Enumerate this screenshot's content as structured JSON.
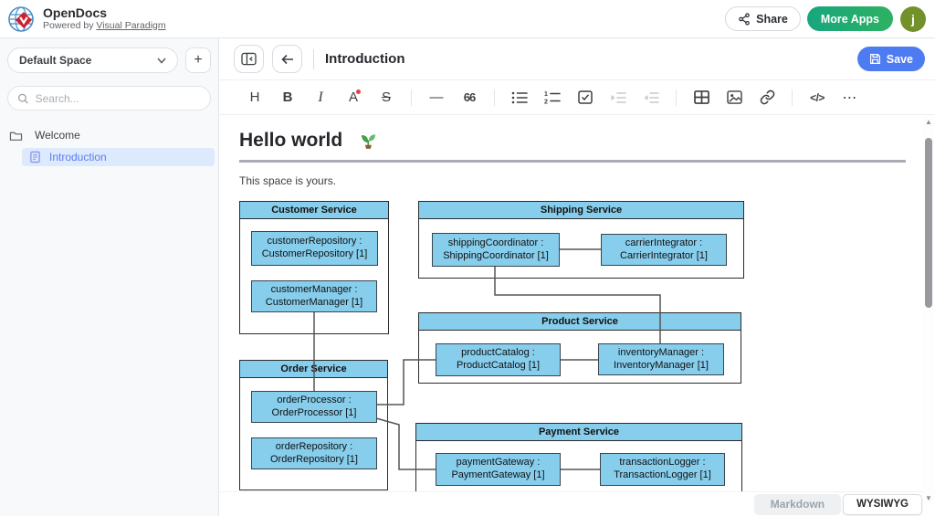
{
  "header": {
    "app_title": "OpenDocs",
    "powered_by_prefix": "Powered by ",
    "powered_by_link": "Visual Paradigm",
    "share_label": "Share",
    "more_apps_label": "More Apps",
    "avatar_initial": "j"
  },
  "sidebar": {
    "space_selector_value": "Default Space",
    "add_button_label": "+",
    "search_placeholder": "Search...",
    "tree": {
      "folder_label": "Welcome",
      "page_label": "Introduction"
    }
  },
  "docbar": {
    "title": "Introduction",
    "save_label": "Save"
  },
  "toolbar": {
    "heading_glyph": "H",
    "bold_glyph": "B",
    "italic_glyph": "I",
    "textcolor_glyph": "A",
    "strikethrough_glyph": "S",
    "hr_glyph": "—",
    "quote_glyph": "66",
    "code_glyph": "</>",
    "more_glyph": "⋯"
  },
  "editor": {
    "heading": "Hello world",
    "heading_emoji": "🌱",
    "body_text": "This space is yours."
  },
  "diagram": {
    "services": [
      {
        "title": "Customer Service",
        "components": [
          "customerRepository :\nCustomerRepository [1]",
          "customerManager :\nCustomerManager [1]"
        ]
      },
      {
        "title": "Shipping Service",
        "components": [
          "shippingCoordinator :\nShippingCoordinator [1]",
          "carrierIntegrator :\nCarrierIntegrator [1]"
        ]
      },
      {
        "title": "Product Service",
        "components": [
          "productCatalog :\nProductCatalog [1]",
          "inventoryManager :\nInventoryManager [1]"
        ]
      },
      {
        "title": "Order Service",
        "components": [
          "orderProcessor :\nOrderProcessor [1]",
          "orderRepository :\nOrderRepository [1]"
        ]
      },
      {
        "title": "Payment Service",
        "components": [
          "paymentGateway :\nPaymentGateway [1]",
          "transactionLogger :\nTransactionLogger [1]"
        ]
      }
    ],
    "connections": [
      {
        "from": "customerManager",
        "to": "orderProcessor"
      },
      {
        "from": "shippingCoordinator",
        "to": "carrierIntegrator"
      },
      {
        "from": "shippingCoordinator",
        "to": "inventoryManager"
      },
      {
        "from": "productCatalog",
        "to": "inventoryManager"
      },
      {
        "from": "orderProcessor",
        "to": "productCatalog"
      },
      {
        "from": "orderProcessor",
        "to": "paymentGateway"
      },
      {
        "from": "paymentGateway",
        "to": "transactionLogger"
      }
    ]
  },
  "footer": {
    "markdown_label": "Markdown",
    "wysiwyg_label": "WYSIWYG"
  },
  "colors": {
    "diagram_fill": "#87CDEC",
    "connector": "#555555",
    "accent_blue": "#4D7CF2",
    "green_button_start": "#17A67E",
    "green_button_end": "#2EB162",
    "avatar_olive": "#72912A",
    "selected_item_bg": "#DDE9FC",
    "selected_item_text": "#5B7FF0"
  }
}
